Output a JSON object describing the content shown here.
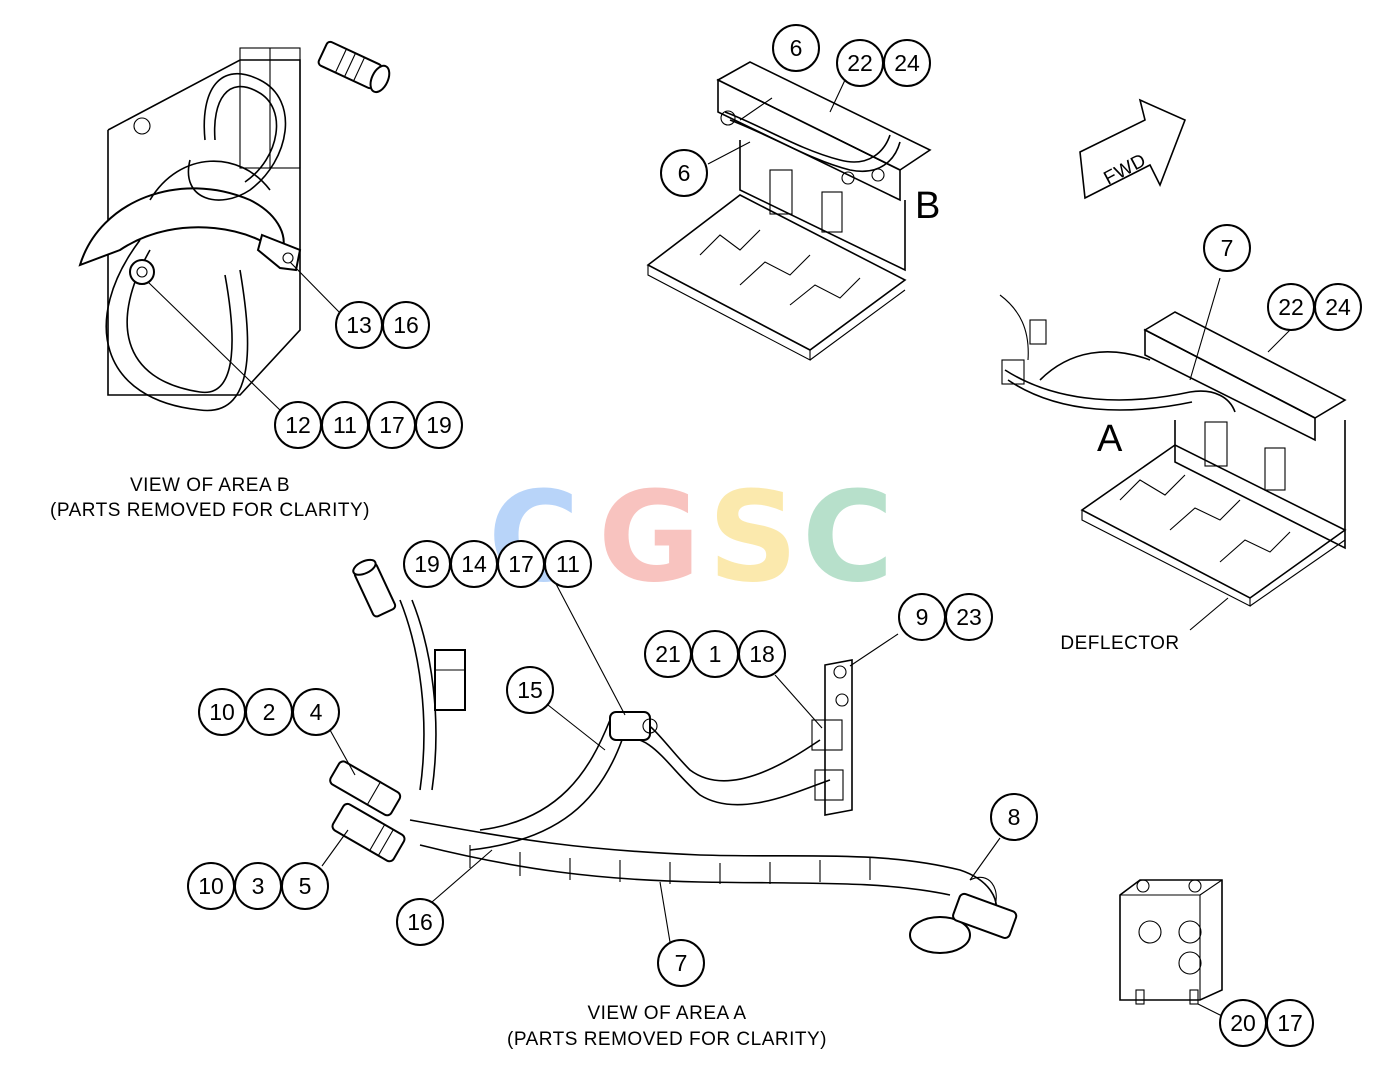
{
  "captions": {
    "area_b_line1": "VIEW OF AREA B",
    "area_b_line2": "(PARTS REMOVED FOR CLARITY)",
    "area_a_line1": "VIEW OF AREA A",
    "area_a_line2": "(PARTS REMOVED FOR CLARITY)",
    "deflector": "DEFLECTOR"
  },
  "area_markers": {
    "b": "B",
    "a": "A"
  },
  "fwd_arrow": {
    "label": "FWD"
  },
  "watermark": {
    "letters": [
      "C",
      "G",
      "S",
      "C"
    ],
    "colors": [
      "#7fb2f5",
      "#f3938b",
      "#f8d86b",
      "#7ec8a2"
    ]
  },
  "callouts": {
    "b6_top": "6",
    "b22": "22",
    "b24": "24",
    "b6_left": "6",
    "a7": "7",
    "a22": "22",
    "a24": "24",
    "vb13": "13",
    "vb16": "16",
    "vb12": "12",
    "vb11": "11",
    "vb17": "17",
    "vb19": "19",
    "va19": "19",
    "va14": "14",
    "va17": "17",
    "va11": "11",
    "va9": "9",
    "va23": "23",
    "va21": "21",
    "va1": "1",
    "va18": "18",
    "va15": "15",
    "va10a": "10",
    "va2": "2",
    "va4": "4",
    "va10b": "10",
    "va3": "3",
    "va5": "5",
    "va16": "16",
    "va7": "7",
    "va8": "8",
    "d20": "20",
    "d17": "17"
  }
}
